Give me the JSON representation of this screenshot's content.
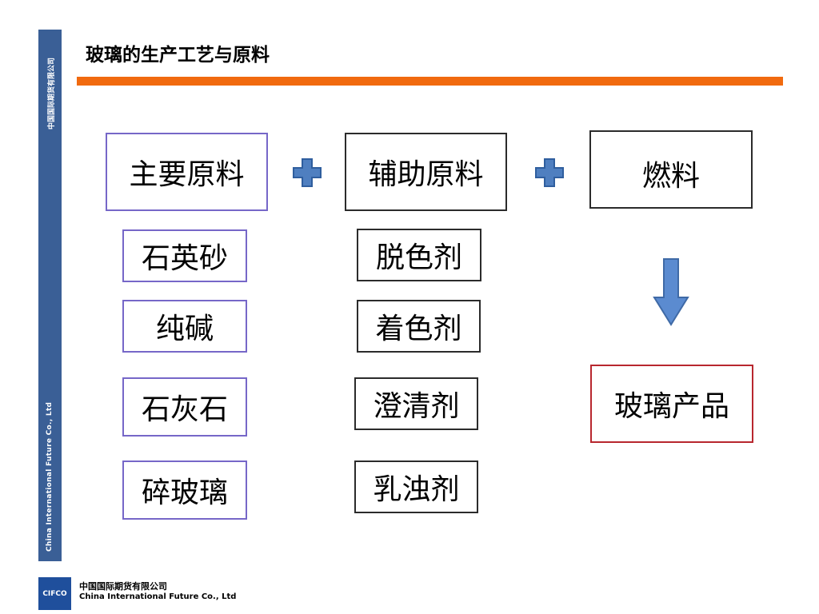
{
  "page": {
    "title": "玻璃的生产工艺与原料",
    "sidebar_top": "中国国际期货有限公司",
    "sidebar_bottom": "China International Future Co., Ltd"
  },
  "diagram": {
    "main_materials": {
      "header": "主要原料",
      "items": [
        "石英砂",
        "纯碱",
        "石灰石",
        "碎玻璃"
      ]
    },
    "auxiliary_materials": {
      "header": "辅助原料",
      "items": [
        "脱色剂",
        "着色剂",
        "澄清剂",
        "乳浊剂"
      ]
    },
    "fuel": {
      "header": "燃料"
    },
    "product": "玻璃产品"
  },
  "footer": {
    "logo_text": "CIFCO",
    "company_cn": "中国国际期货有限公司",
    "company_en": "China International Future Co., Ltd"
  },
  "colors": {
    "sidebar": "#3a5f96",
    "accent_bar": "#f16a0f",
    "purple_border": "#7667c8",
    "red_border": "#b8272e",
    "plus_fill": "#4f7fc0",
    "arrow_fill": "#5b8bd0"
  },
  "icons": [
    "plus-icon",
    "plus-icon",
    "down-arrow-icon"
  ]
}
